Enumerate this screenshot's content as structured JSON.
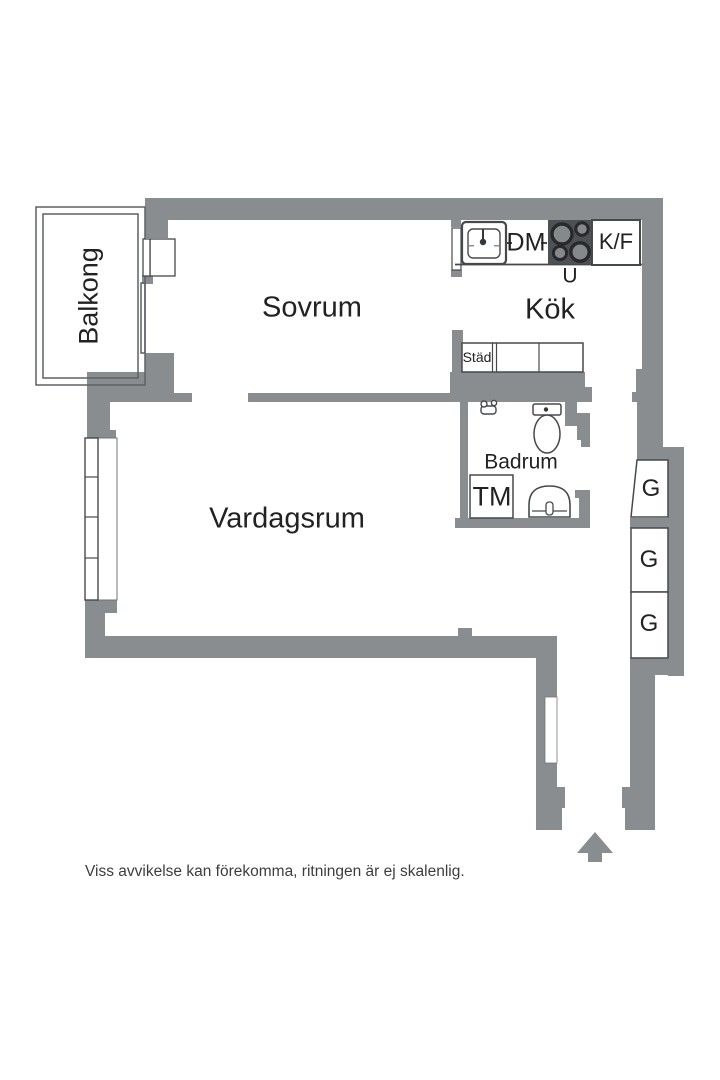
{
  "floorplan": {
    "rooms": {
      "balcony": "Balkong",
      "bedroom": "Sovrum",
      "kitchen": "Kök",
      "bathroom": "Badrum",
      "living_room": "Vardagsrum"
    },
    "labels": {
      "dishwasher": "DM",
      "oven": "U",
      "fridge_freezer": "K/F",
      "cleaning": "Städ",
      "washing_machine": "TM",
      "wardrobe_1": "G",
      "wardrobe_2": "G",
      "wardrobe_3": "G"
    },
    "disclaimer": "Viss avvikelse kan förekomma, ritningen är ej skalenlig.",
    "colors": {
      "wall": "#898d90",
      "fixture_outline": "#46494c",
      "stove_fill": "#4e5154",
      "text": "#222222",
      "background": "#ffffff"
    }
  }
}
